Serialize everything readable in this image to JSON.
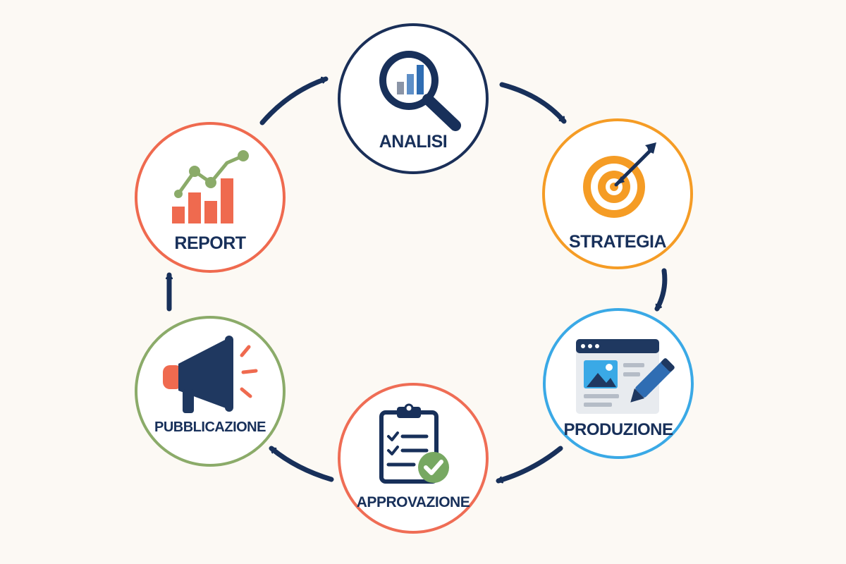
{
  "colors": {
    "background": "#fcf9f4",
    "navy": "#18305a",
    "analisi": "#1a2f58",
    "strategia": "#f59c25",
    "produzione": "#3aa9e6",
    "approvazione": "#ef6d55",
    "pubblicazione": "#8bab69",
    "report": "#ef6a4f"
  },
  "cycle": {
    "steps": [
      {
        "id": "analisi",
        "label": "ANALISI",
        "icon": "magnifier-bar-chart-icon"
      },
      {
        "id": "strategia",
        "label": "STRATEGIA",
        "icon": "target-arrow-icon"
      },
      {
        "id": "produzione",
        "label": "PRODUZIONE",
        "icon": "browser-pencil-icon"
      },
      {
        "id": "approvazione",
        "label": "APPROVAZIONE",
        "icon": "clipboard-check-icon"
      },
      {
        "id": "pubblicazione",
        "label": "PUBBLICAZIONE",
        "icon": "megaphone-icon"
      },
      {
        "id": "report",
        "label": "REPORT",
        "icon": "bar-line-chart-icon"
      }
    ],
    "direction": "clockwise"
  }
}
